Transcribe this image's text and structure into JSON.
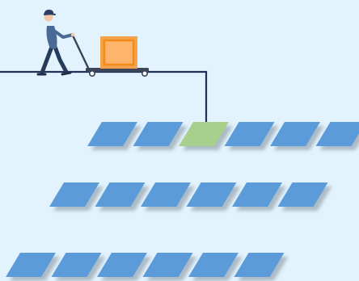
{
  "colors": {
    "background": "#e3f3fd",
    "track": "#1f3156",
    "tile_blue": "#5b9bd9",
    "tile_green": "#a8d08d",
    "tile_shadow": "#7f8d99",
    "box_outer": "#f5a24a",
    "box_inner": "#ffb46b"
  },
  "icons": {
    "worker": "person-pushing-cart-icon",
    "cart": "hand-truck-icon",
    "box": "parcel-box-icon"
  },
  "tile_rows": [
    {
      "row": 1,
      "tiles": [
        "blue",
        "blue",
        "green",
        "blue",
        "blue",
        "blue"
      ]
    },
    {
      "row": 2,
      "tiles": [
        "blue",
        "blue",
        "blue",
        "blue",
        "blue",
        "blue"
      ]
    },
    {
      "row": 3,
      "tiles": [
        "blue",
        "blue",
        "blue",
        "blue",
        "blue",
        "blue"
      ]
    }
  ]
}
